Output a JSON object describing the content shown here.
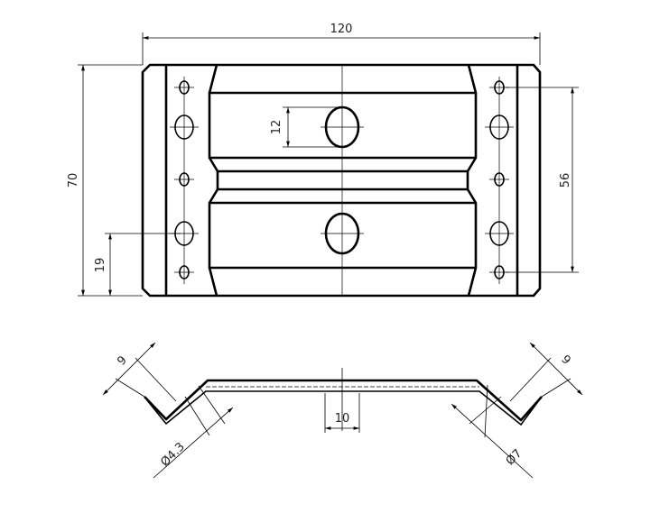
{
  "drawing": {
    "top_view": {
      "width_dim": "120",
      "height_dim": "70",
      "hole_pitch_dim": "56",
      "hole_offset_dim": "19",
      "slot_dim": "12"
    },
    "side_view": {
      "center_dim": "10",
      "left_leg_dim": "9",
      "right_leg_dim": "9",
      "small_hole_dia": "Ø4.3",
      "large_hole_dia": "Ø7"
    }
  }
}
